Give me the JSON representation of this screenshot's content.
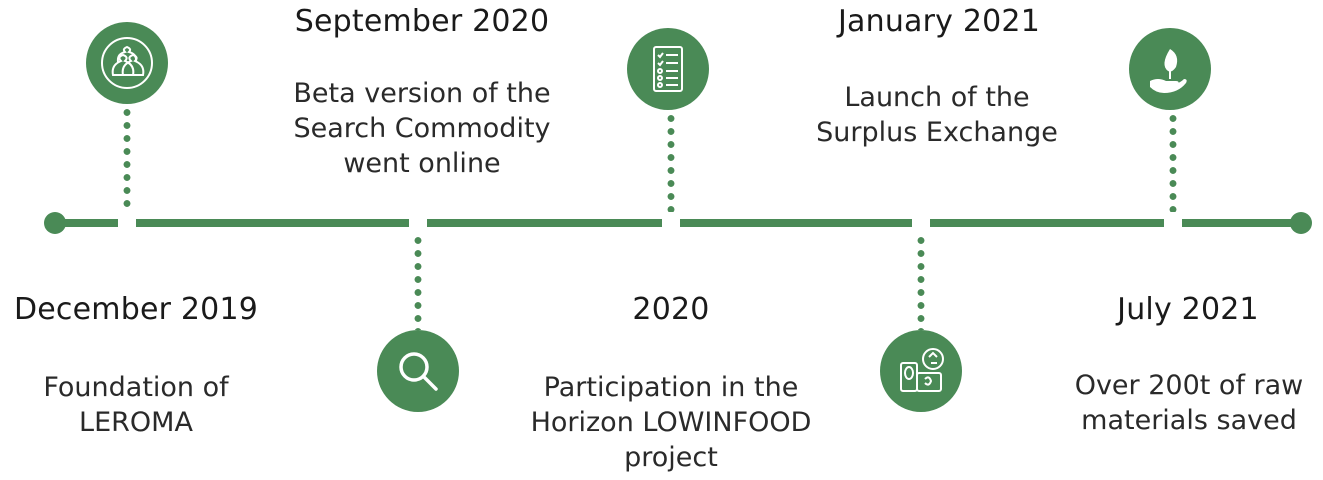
{
  "colors": {
    "accent": "#4a8a56",
    "text": "#1f1f1f",
    "background": "#ffffff"
  },
  "events": [
    {
      "date": "December 2019",
      "description": "Foundation of LEROMA",
      "icon": "sacks-icon"
    },
    {
      "date": "September 2020",
      "description": "Beta version of the Search Commodity went online",
      "icon": "magnifier-icon"
    },
    {
      "date": "2020",
      "description": "Participation in the Horizon LOWINFOOD project",
      "icon": "checklist-icon"
    },
    {
      "date": "January 2021",
      "description": "Launch of the Surplus Exchange",
      "icon": "recycle-containers-icon"
    },
    {
      "date": "July 2021",
      "description": "Over 200t of raw materials saved",
      "icon": "hand-plant-icon"
    }
  ]
}
